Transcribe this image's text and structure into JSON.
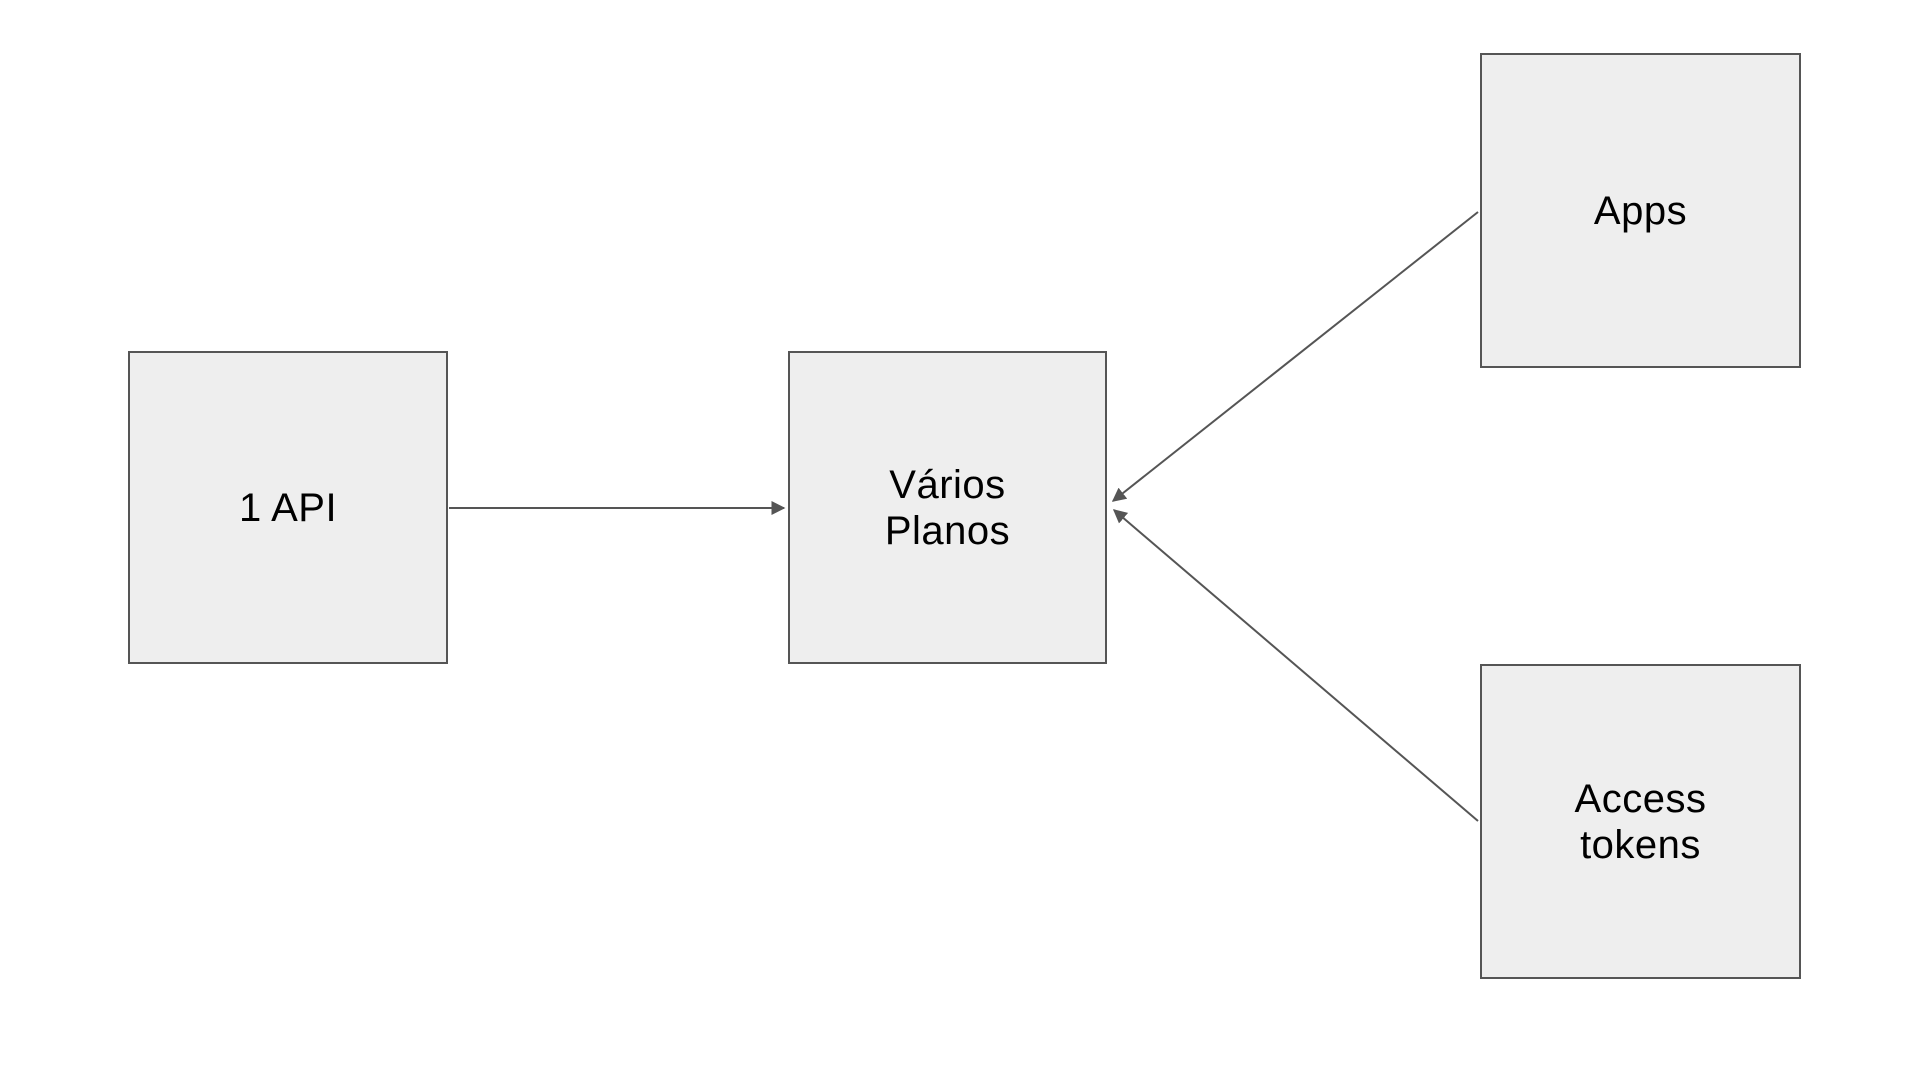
{
  "diagram": {
    "background_color": "#ffffff",
    "box_fill_color": "#eeeeee",
    "box_border_color": "#555555",
    "connector_color": "#555555",
    "text_color": "#000000",
    "nodes": {
      "api": {
        "label": "1 API"
      },
      "planos": {
        "label": "Vários\nPlanos"
      },
      "apps": {
        "label": "Apps"
      },
      "tokens": {
        "label": "Access\ntokens"
      }
    },
    "edges": [
      {
        "from": "1 API",
        "to": "Vários Planos",
        "arrow": "end"
      },
      {
        "from": "Apps",
        "to": "Vários Planos",
        "arrow": "end"
      },
      {
        "from": "Access tokens",
        "to": "Vários Planos",
        "arrow": "end"
      }
    ]
  }
}
